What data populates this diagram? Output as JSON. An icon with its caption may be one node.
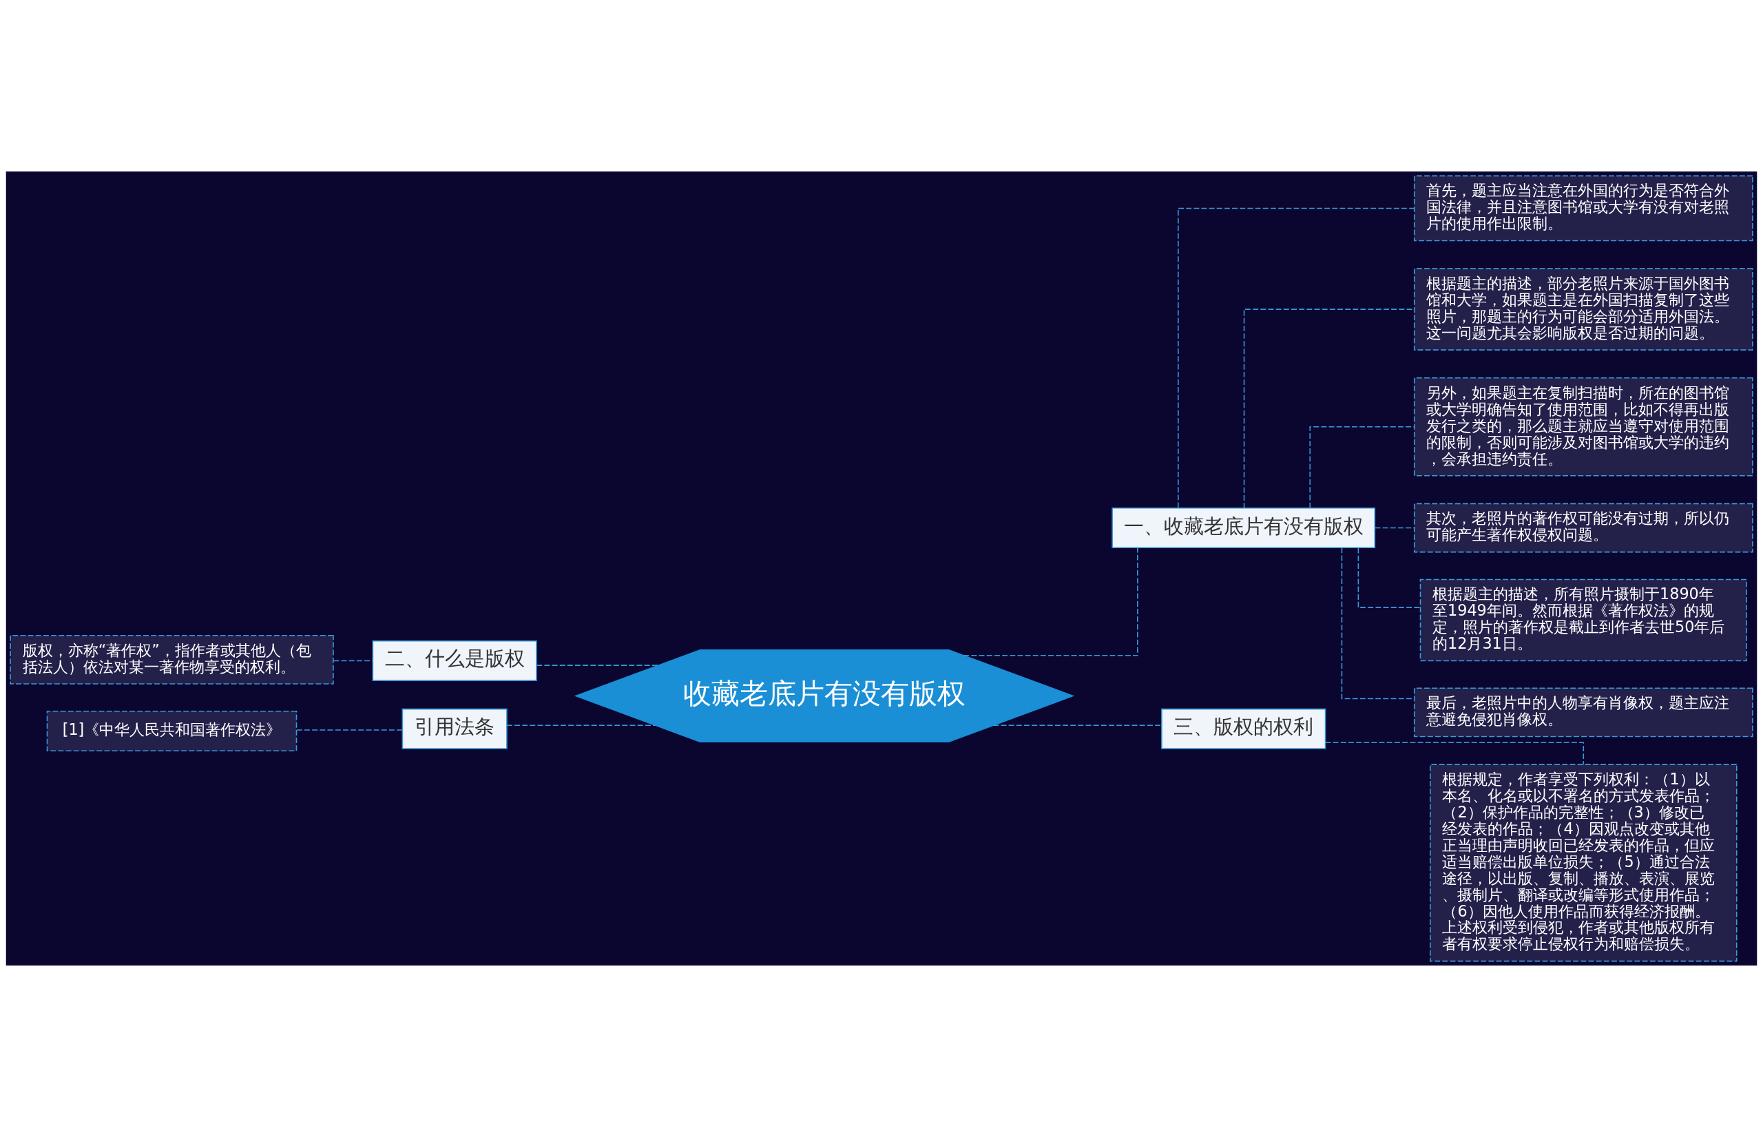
{
  "diagram": {
    "nodes": [
      {
        "text": [
          "收藏老底片有没有版权"
        ]
      },
      {
        "text": [
          "一、收藏老底片有没有版权"
        ]
      },
      {
        "text": [
          "首先，题主应当注意在外国的行为是否符合外国法律，并且注意图书馆或大学有没有对老照片的使用作出限制。"
        ]
      },
      {
        "text": [
          "根据题主的描述，部分老照片来源于国外图书馆和大学，如果题主是在外国扫描复制了这些照片，那题主的行为可能会部分适用外国法。这一问题尤其会影响版权是否过期的问题。"
        ]
      },
      {
        "text": [
          "另外，如果题主在复制扫描时，所在的图书馆或大学明确告知了使用范围，比如不得再出版发行之类的，那么题主就应当遵守对使用范围的限制，否则可能涉及对图书馆或大学的违约，会承担违约责任。"
        ]
      },
      {
        "text": [
          "其次，老照片的著作权可能没有过期，所以仍可能产生著作权侵权问题。"
        ]
      },
      {
        "text": [
          "根据题主的描述，所有照片摄制于1890年至1949年间。然而根据《著作权法》的规定，照片的著作权是截止到作者去世50年后的12月31日。"
        ]
      },
      {
        "text": [
          "最后，老照片中的人物享有肖像权，题主应注意避免侵犯肖像权。"
        ]
      },
      {
        "text": [
          "三、版权的权利"
        ]
      },
      {
        "text": [
          "根据规定，作者享受下列权利：（1）以本名、化名或以不署名的方式发表作品；（2）保护作品的完整性；（3）修改已经发表的作品；（4）因观点改变或其他正当理由声明收回已经发表的作品，但应适当赔偿出版单位损失；（5）通过合法途径，以出版、复制、播放、表演、展览、摄制片、翻译或改编等形式使用作品；（6）因他人使用作品而获得经济报酬。上述权利受到侵犯，作者或其他版权所有者有权要求停止侵权行为和赔偿损失。"
        ]
      },
      {
        "text": [
          "二、什么是版权"
        ]
      },
      {
        "text": [
          "版权，亦称“著作权”，指作者或其他人（包括法人）依法对某一著作物享受的权利。"
        ]
      },
      {
        "text": [
          "引用法条"
        ]
      },
      {
        "text": [
          "[1]《中华人民共和国著作权法》"
        ]
      }
    ],
    "edges": [
      {
        "from": 0,
        "to": 1,
        "arrow": "none"
      },
      {
        "from": 1,
        "to": 2,
        "arrow": "none"
      },
      {
        "from": 1,
        "to": 3,
        "arrow": "none"
      },
      {
        "from": 1,
        "to": 4,
        "arrow": "none"
      },
      {
        "from": 1,
        "to": 5,
        "arrow": "none"
      },
      {
        "from": 1,
        "to": 6,
        "arrow": "none"
      },
      {
        "from": 1,
        "to": 7,
        "arrow": "none"
      },
      {
        "from": 0,
        "to": 8,
        "arrow": "none"
      },
      {
        "from": 8,
        "to": 9,
        "arrow": "none"
      },
      {
        "from": 0,
        "to": 10,
        "arrow": "none"
      },
      {
        "from": 10,
        "to": 11,
        "arrow": "none"
      },
      {
        "from": 0,
        "to": 12,
        "arrow": "none"
      },
      {
        "from": 12,
        "to": 13,
        "arrow": "none"
      }
    ]
  }
}
